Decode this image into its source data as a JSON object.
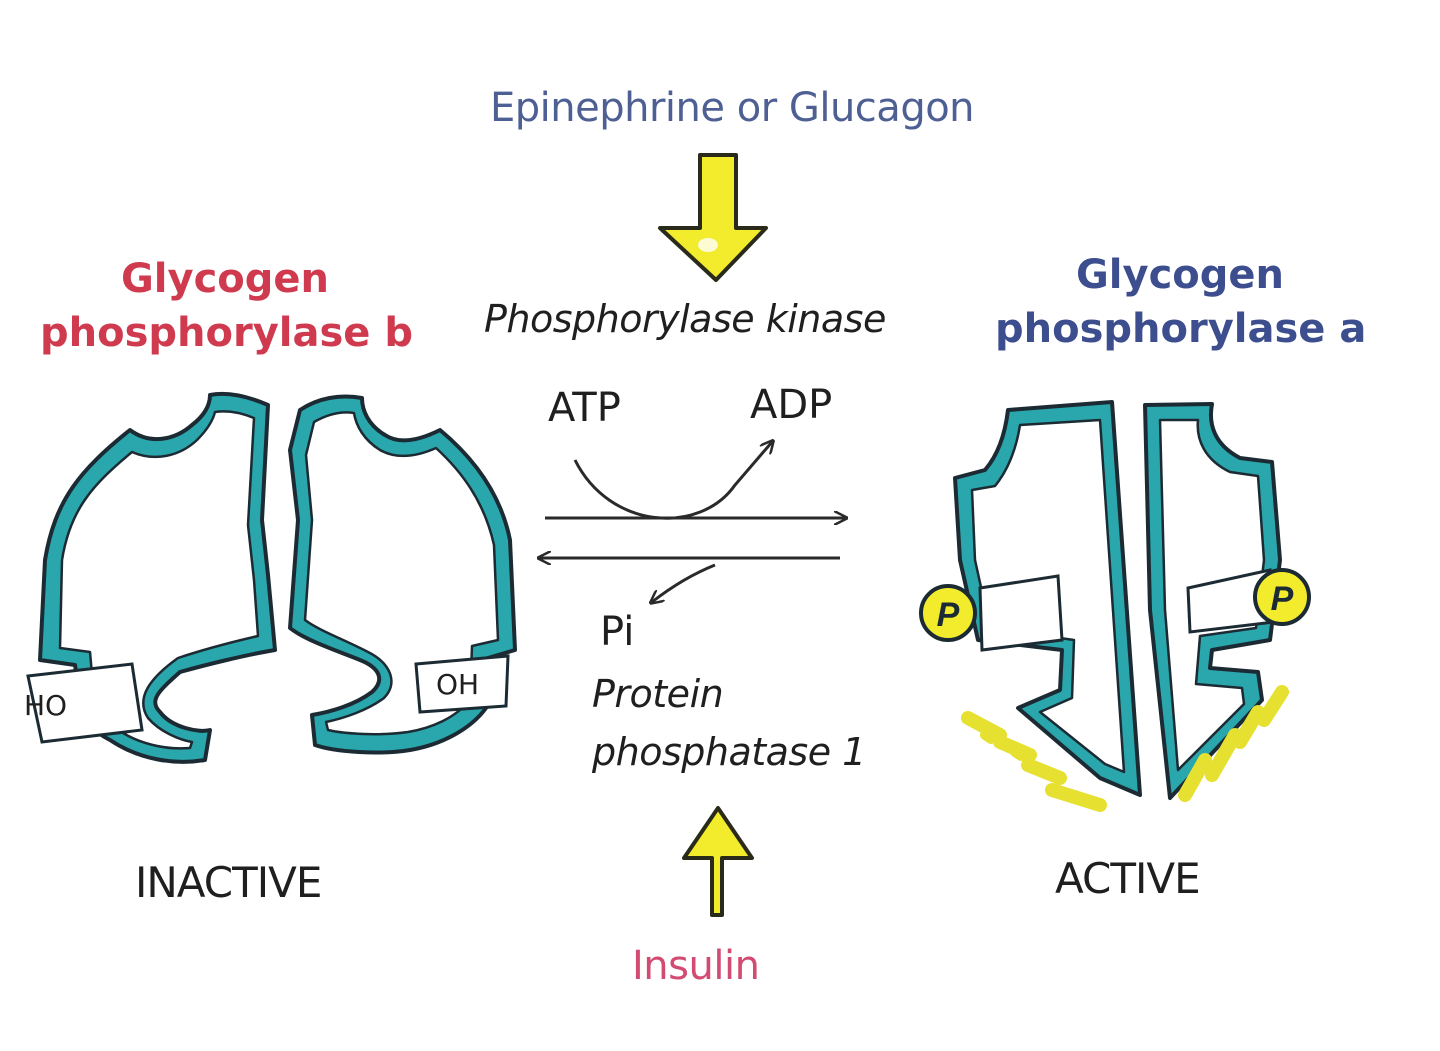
{
  "colors": {
    "enzyme_outline": "#2aa7ad",
    "enzyme_stroke": "#1c2b33",
    "activator_arrow": "#f2ec2c",
    "inactive_title": "#cf3a4f",
    "active_title": "#3d4e8f",
    "upstream_signal": "#4e5f94",
    "insulin": "#d24b72",
    "ink": "#1f1f1f"
  },
  "signals": {
    "upstream": "Epinephrine or Glucagon",
    "insulin": "Insulin"
  },
  "enzymes": {
    "inactive": {
      "line1": "Glycogen",
      "line2": "phosphorylase b",
      "state": "INACTIVE",
      "left_group": "HO",
      "right_group": "OH"
    },
    "active": {
      "line1": "Glycogen",
      "line2": "phosphorylase a",
      "state": "ACTIVE",
      "phosphate_label": "P"
    }
  },
  "reaction": {
    "kinase": "Phosphorylase kinase",
    "atp": "ATP",
    "adp": "ADP",
    "pi": "Pi",
    "phosphatase_line1": "Protein",
    "phosphatase_line2": "phosphatase 1"
  }
}
